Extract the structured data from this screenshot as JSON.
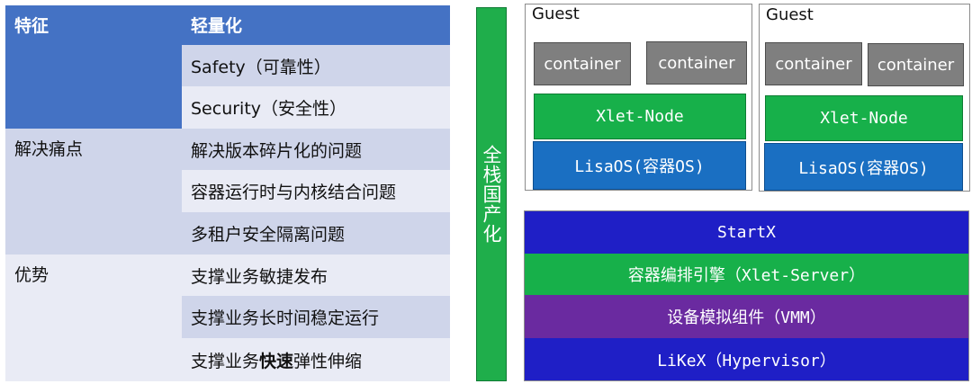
{
  "table": {
    "header": {
      "feature": "特征",
      "lightweight": "轻量化"
    },
    "lightweight_items": [
      "Safety（可靠性）",
      "Security（安全性）"
    ],
    "pain_points": {
      "label": "解决痛点",
      "items": [
        "解决版本碎片化的问题",
        "容器运行时与内核结合问题",
        "多租户安全隔离问题"
      ]
    },
    "advantages": {
      "label": "优势",
      "items": [
        "支撑业务敏捷发布",
        "支撑业务长时间稳定运行"
      ],
      "last_item": {
        "prefix": "支撑业务",
        "bold": "快速",
        "suffix": "弹性伸缩"
      }
    }
  },
  "diagram": {
    "vertical_label": "全栈国产化",
    "guests": [
      {
        "label": "Guest",
        "containers": [
          "container",
          "container"
        ],
        "node": "Xlet-Node",
        "os": "LisaOS(容器OS)"
      },
      {
        "label": "Guest",
        "containers": [
          "container",
          "container"
        ],
        "node": "Xlet-Node",
        "os": "LisaOS(容器OS)"
      }
    ],
    "layers": [
      {
        "label": "StartX",
        "color": "#1f1fc6"
      },
      {
        "label": "容器编排引擎（Xlet-Server）",
        "color": "#17b04a"
      },
      {
        "label": "设备模拟组件（VMM）",
        "color": "#6a2aa0"
      },
      {
        "label": "LiKeX（Hypervisor）",
        "color": "#1f1fc6"
      }
    ]
  }
}
